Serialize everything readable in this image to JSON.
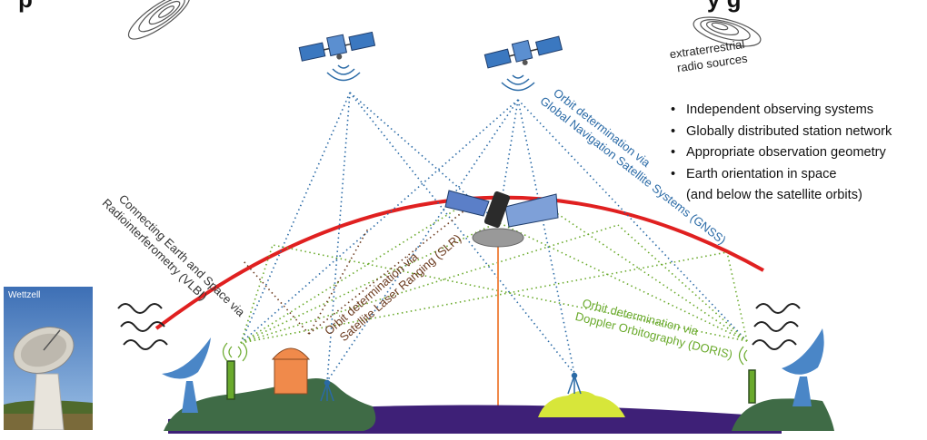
{
  "title": {
    "left_text": "p",
    "right_text": "y                 g"
  },
  "bullets": [
    "Independent observing systems",
    "Globally distributed station network",
    "Appropriate observation geometry",
    "Earth orientation in space",
    "(and below the satellite orbits)"
  ],
  "bullet_symbol": "•",
  "labels": {
    "extraterrestrial": [
      "extraterrestrial",
      "radio sources"
    ],
    "gnss": [
      "Orbit determination via",
      "Global Navigation Satellite Systems (GNSS)"
    ],
    "vlbi": [
      "Connecting Earth and Space via",
      "Radiointerferometry (VLBI)"
    ],
    "slr": [
      "Orbit determination via",
      "Satellite Laser Ranging (SLR)"
    ],
    "doris": [
      "Orbit determination via",
      "Doppler Orbitography (DORIS)"
    ]
  },
  "photo_label": "Wettzell",
  "colors": {
    "gnss": "#2a6aa6",
    "vlbi": "#333333",
    "slr": "#6b3a1e",
    "doris": "#6aaa2c",
    "orbit_arc": "#e02020",
    "ground_green": "#3f6b46",
    "ground_purple": "#3e2077",
    "hill_yellow": "#d7e63a",
    "slr_station": "#f08a4b",
    "antenna_blue": "#4a86c7"
  }
}
